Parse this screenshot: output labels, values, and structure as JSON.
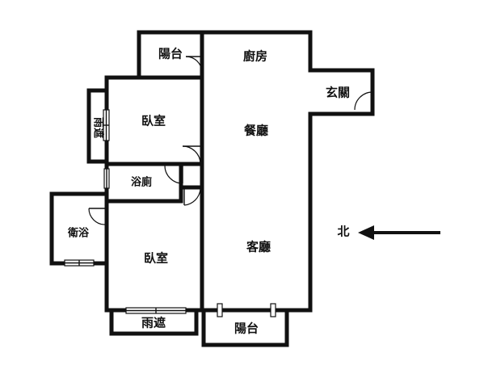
{
  "rooms": {
    "balcony_top": "陽台",
    "kitchen": "廚房",
    "entrance": "玄關",
    "bedroom_upper": "臥室",
    "dining": "餐廳",
    "bath_shared": "浴廁",
    "bath_master": "衛浴",
    "living": "客廳",
    "bedroom_lower": "臥室",
    "canopy": "雨遮",
    "balcony_bottom": "陽台",
    "canopy_side": "雨遮"
  },
  "compass": {
    "north": "北"
  }
}
